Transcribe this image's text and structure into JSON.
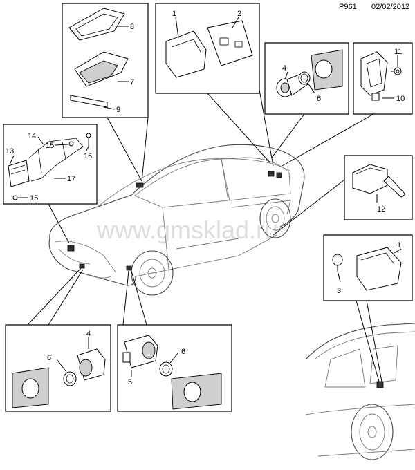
{
  "header": {
    "code": "P961",
    "date": "02/02/2012"
  },
  "watermark": "www.gmsklad.ru",
  "callouts": {
    "box_top_left": [
      "8",
      "7",
      "9"
    ],
    "box_top_center": [
      "1",
      "2"
    ],
    "box_top_right_a": [
      "4",
      "6"
    ],
    "box_top_right_b": [
      "11",
      "10"
    ],
    "box_left": [
      "14",
      "15",
      "16",
      "13",
      "17",
      "15"
    ],
    "box_right_mid": [
      "12"
    ],
    "box_right_lower": [
      "1",
      "3"
    ],
    "box_bottom_left": [
      "4",
      "6"
    ],
    "box_bottom_center": [
      "6",
      "5"
    ]
  }
}
